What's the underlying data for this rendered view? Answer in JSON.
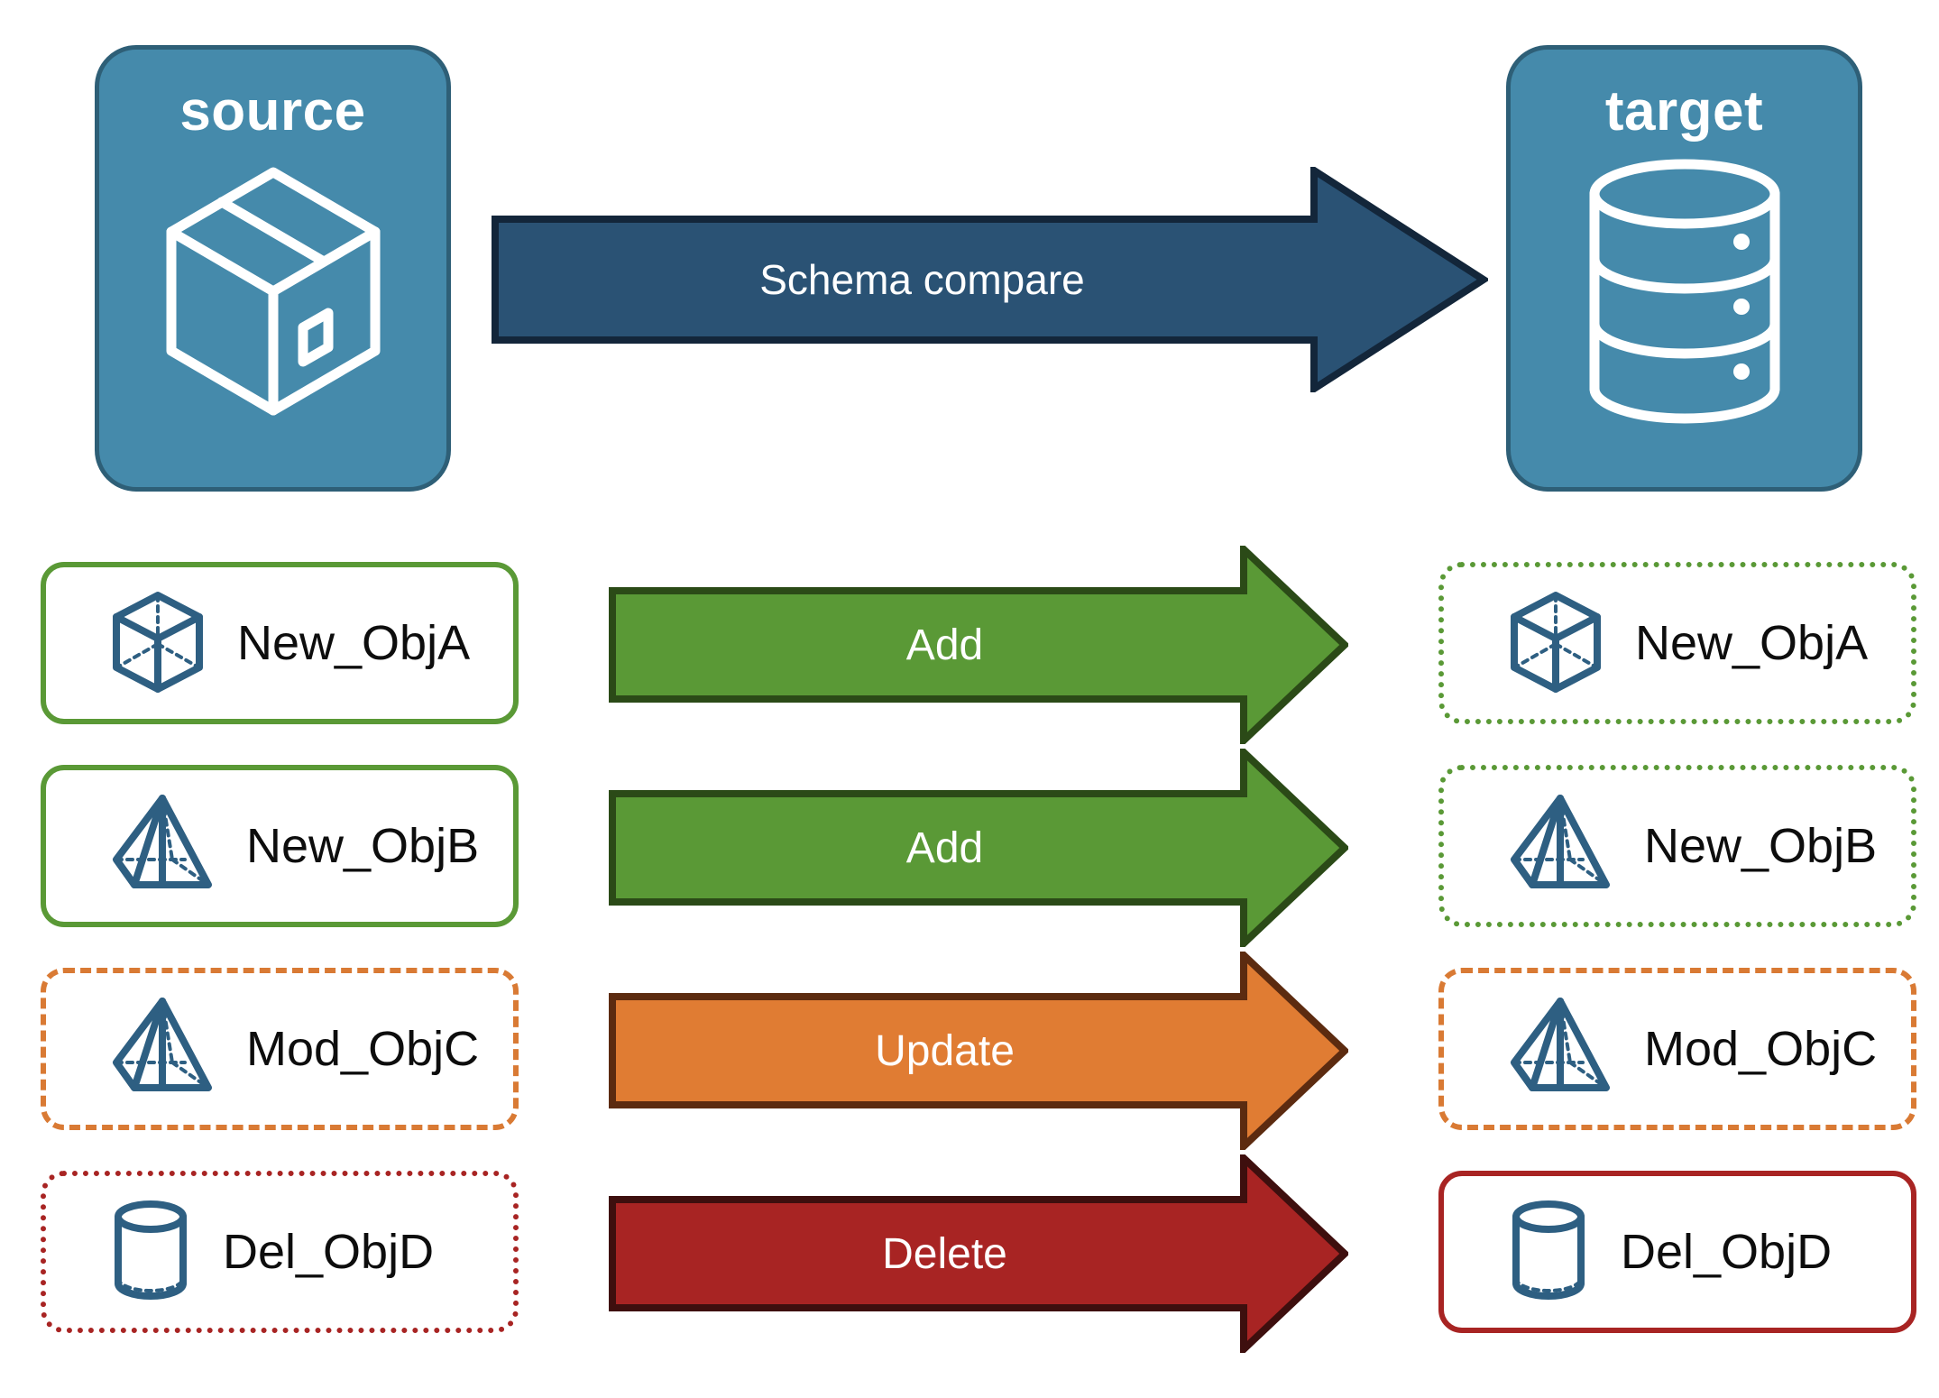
{
  "colors": {
    "endpoint_fill": "#458aab",
    "endpoint_border": "#2e5f77",
    "schema_arrow_fill": "#2a5274",
    "schema_arrow_border": "#13263a",
    "add_fill": "#5a9936",
    "add_border": "#2b4a17",
    "update_fill": "#e07c33",
    "update_border": "#5c2b10",
    "delete_fill": "#a82423",
    "delete_border": "#3e0f0e",
    "object_icon": "#2e5f82",
    "label_text": "#0d0d0d",
    "arrow_text": "#ffffff"
  },
  "endpoints": {
    "source": {
      "title": "source",
      "icon": "package-box-icon"
    },
    "target": {
      "title": "target",
      "icon": "database-cylinder-icon"
    }
  },
  "schema_arrow": {
    "label": "Schema compare",
    "icon": "right-arrow-icon"
  },
  "rows": [
    {
      "source": {
        "label": "New_ObjA",
        "icon": "wireframe-cube-icon",
        "border_style": "solid",
        "border_color": "#5a9936"
      },
      "action": {
        "label": "Add",
        "fill": "#5a9936",
        "border": "#2b4a17",
        "icon": "right-arrow-icon"
      },
      "target": {
        "label": "New_ObjA",
        "icon": "wireframe-cube-icon",
        "border_style": "dotted",
        "border_color": "#5a9936"
      }
    },
    {
      "source": {
        "label": "New_ObjB",
        "icon": "wireframe-pyramid-icon",
        "border_style": "solid",
        "border_color": "#5a9936"
      },
      "action": {
        "label": "Add",
        "fill": "#5a9936",
        "border": "#2b4a17",
        "icon": "right-arrow-icon"
      },
      "target": {
        "label": "New_ObjB",
        "icon": "wireframe-pyramid-icon",
        "border_style": "dotted",
        "border_color": "#5a9936"
      }
    },
    {
      "source": {
        "label": "Mod_ObjC",
        "icon": "wireframe-pyramid-icon",
        "border_style": "dashed",
        "border_color": "#d97a34"
      },
      "action": {
        "label": "Update",
        "fill": "#e07c33",
        "border": "#5c2b10",
        "icon": "right-arrow-icon"
      },
      "target": {
        "label": "Mod_ObjC",
        "icon": "wireframe-pyramid-icon",
        "border_style": "dashed",
        "border_color": "#d97a34"
      }
    },
    {
      "source": {
        "label": "Del_ObjD",
        "icon": "wireframe-cylinder-icon",
        "border_style": "dotted",
        "border_color": "#a82423"
      },
      "action": {
        "label": "Delete",
        "fill": "#a82423",
        "border": "#3e0f0e",
        "icon": "right-arrow-icon"
      },
      "target": {
        "label": "Del_ObjD",
        "icon": "wireframe-cylinder-icon",
        "border_style": "solid",
        "border_color": "#a82423"
      }
    }
  ]
}
